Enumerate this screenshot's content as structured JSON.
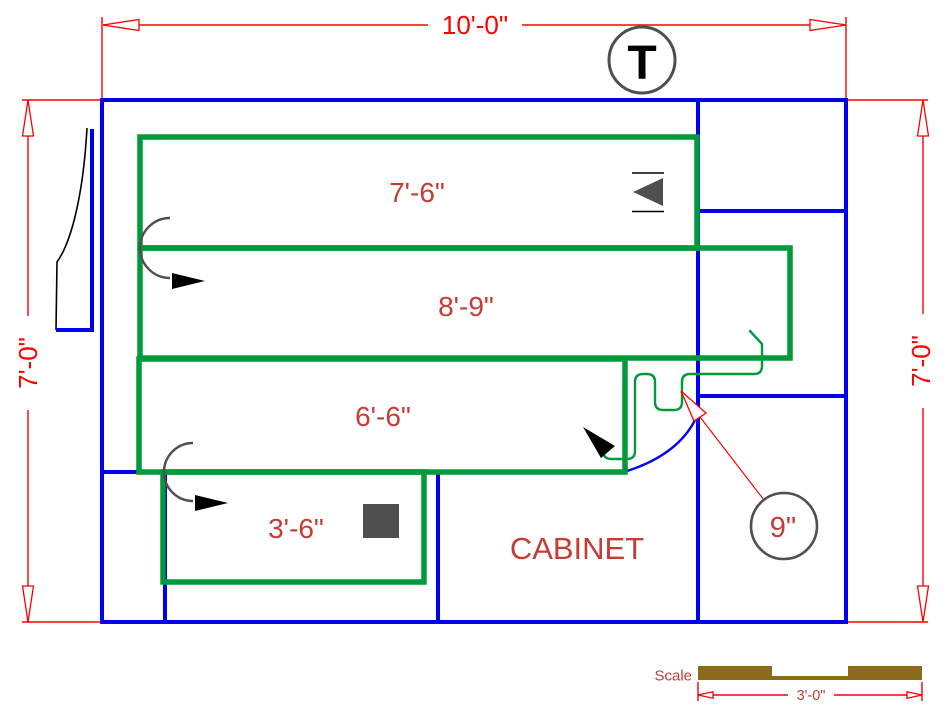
{
  "plan": {
    "dimensions": {
      "top": "10'-0\"",
      "left": "7'-0\"",
      "right": "7'-0\"",
      "scale_bar": "3'-0\""
    },
    "labels": {
      "duct1": "7'-6\"",
      "duct2": "8'-9\"",
      "duct3": "6'-6\"",
      "duct4": "3'-6\"",
      "cabinet": "CABINET",
      "thermostat": "T",
      "flex_callout": "9\"",
      "scale": "Scale"
    },
    "colors": {
      "wall": "#0000EE",
      "duct": "#009A3A",
      "dimension": "#FF0000",
      "annotation": "#C63C34",
      "symbol": "#4F4F4F",
      "scale-bar": "#8B6A1C"
    }
  }
}
